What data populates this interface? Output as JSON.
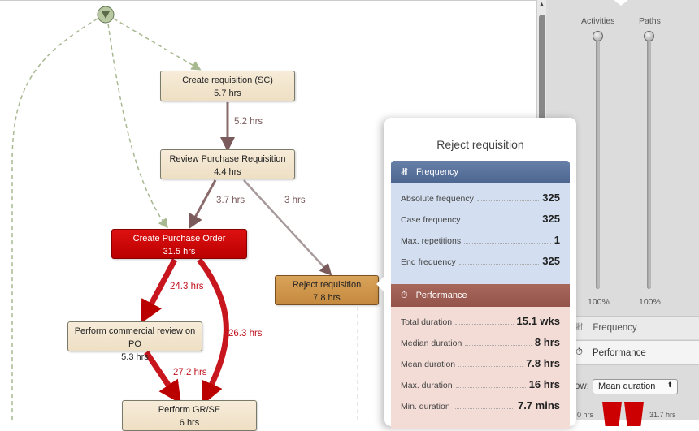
{
  "process_map": {
    "nodes": [
      {
        "label": "Create requisition (SC)",
        "value": "5.7 hrs"
      },
      {
        "label": "Review Purchase Requisition",
        "value": "4.4 hrs"
      },
      {
        "label": "Create Purchase Order",
        "value": "31.5 hrs"
      },
      {
        "label": "Reject requisition",
        "value": "7.8 hrs"
      },
      {
        "label": "Perform commercial review on PO",
        "value": "5.3 hrs"
      },
      {
        "label": "Perform GR/SE",
        "value": "6 hrs"
      }
    ],
    "edges": [
      {
        "label": "5.2 hrs"
      },
      {
        "label": "3.7 hrs"
      },
      {
        "label": "3 hrs"
      },
      {
        "label": "24.3 hrs"
      },
      {
        "label": "26.3 hrs"
      },
      {
        "label": "27.2 hrs"
      }
    ]
  },
  "popup": {
    "title": "Reject requisition",
    "frequency": {
      "header": "Frequency",
      "icon": "tally-icon",
      "color": "#56719b",
      "rows": [
        {
          "k": "Absolute frequency",
          "v": "325"
        },
        {
          "k": "Case frequency",
          "v": "325"
        },
        {
          "k": "Max. repetitions",
          "v": "1"
        },
        {
          "k": "End frequency",
          "v": "325"
        }
      ]
    },
    "performance": {
      "header": "Performance",
      "icon": "stopwatch-icon",
      "color": "#9b5a4f",
      "rows": [
        {
          "k": "Total duration",
          "v": "15.1 wks"
        },
        {
          "k": "Median duration",
          "v": "8 hrs"
        },
        {
          "k": "Mean duration",
          "v": "7.8 hrs"
        },
        {
          "k": "Max. duration",
          "v": "16 hrs"
        },
        {
          "k": "Min. duration",
          "v": "7.7 mins"
        }
      ]
    }
  },
  "panel": {
    "activities_label": "Activities",
    "paths_label": "Paths",
    "activities_value": "100%",
    "paths_value": "100%",
    "activities_level": 100,
    "paths_level": 100,
    "tab_frequency": "Frequency",
    "tab_performance": "Performance",
    "show_label": "ow:",
    "show_select": "Mean duration",
    "scale_min": "0 hrs",
    "scale_max": "31.7 hrs"
  }
}
